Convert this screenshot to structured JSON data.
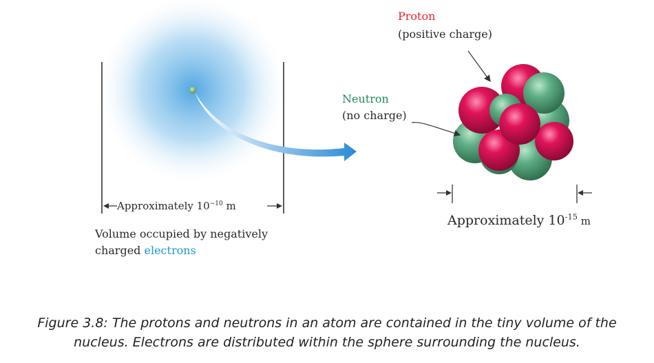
{
  "labels": {
    "proton_title": "Proton",
    "proton_desc": "(positive charge)",
    "neutron_title": "Neutron",
    "neutron_desc": "(no charge)",
    "electron_width_prefix": "Approximately 10",
    "electron_width_exp": "−10",
    "electron_width_unit": " m",
    "nucleus_width_prefix": "Approximately 10",
    "nucleus_width_exp": "-15",
    "nucleus_width_unit": " m",
    "volume_line1": "Volume occupied by negatively",
    "volume_line2_prefix": "charged ",
    "volume_line2_highlight": "electrons"
  },
  "caption": {
    "line1": "Figure 3.8: The protons and neutrons in an atom are contained in the tiny volume of the",
    "line2": "nucleus. Electrons are distributed within the sphere surrounding the nucleus."
  },
  "colors": {
    "proton": "#e0145a",
    "neutron": "#5fae85",
    "electron_cloud": "#4aa3e0",
    "arrow": "#2a8ad6",
    "proton_label": "#e8232c",
    "neutron_label": "#238a5c",
    "electrons_highlight": "#2196d8"
  }
}
